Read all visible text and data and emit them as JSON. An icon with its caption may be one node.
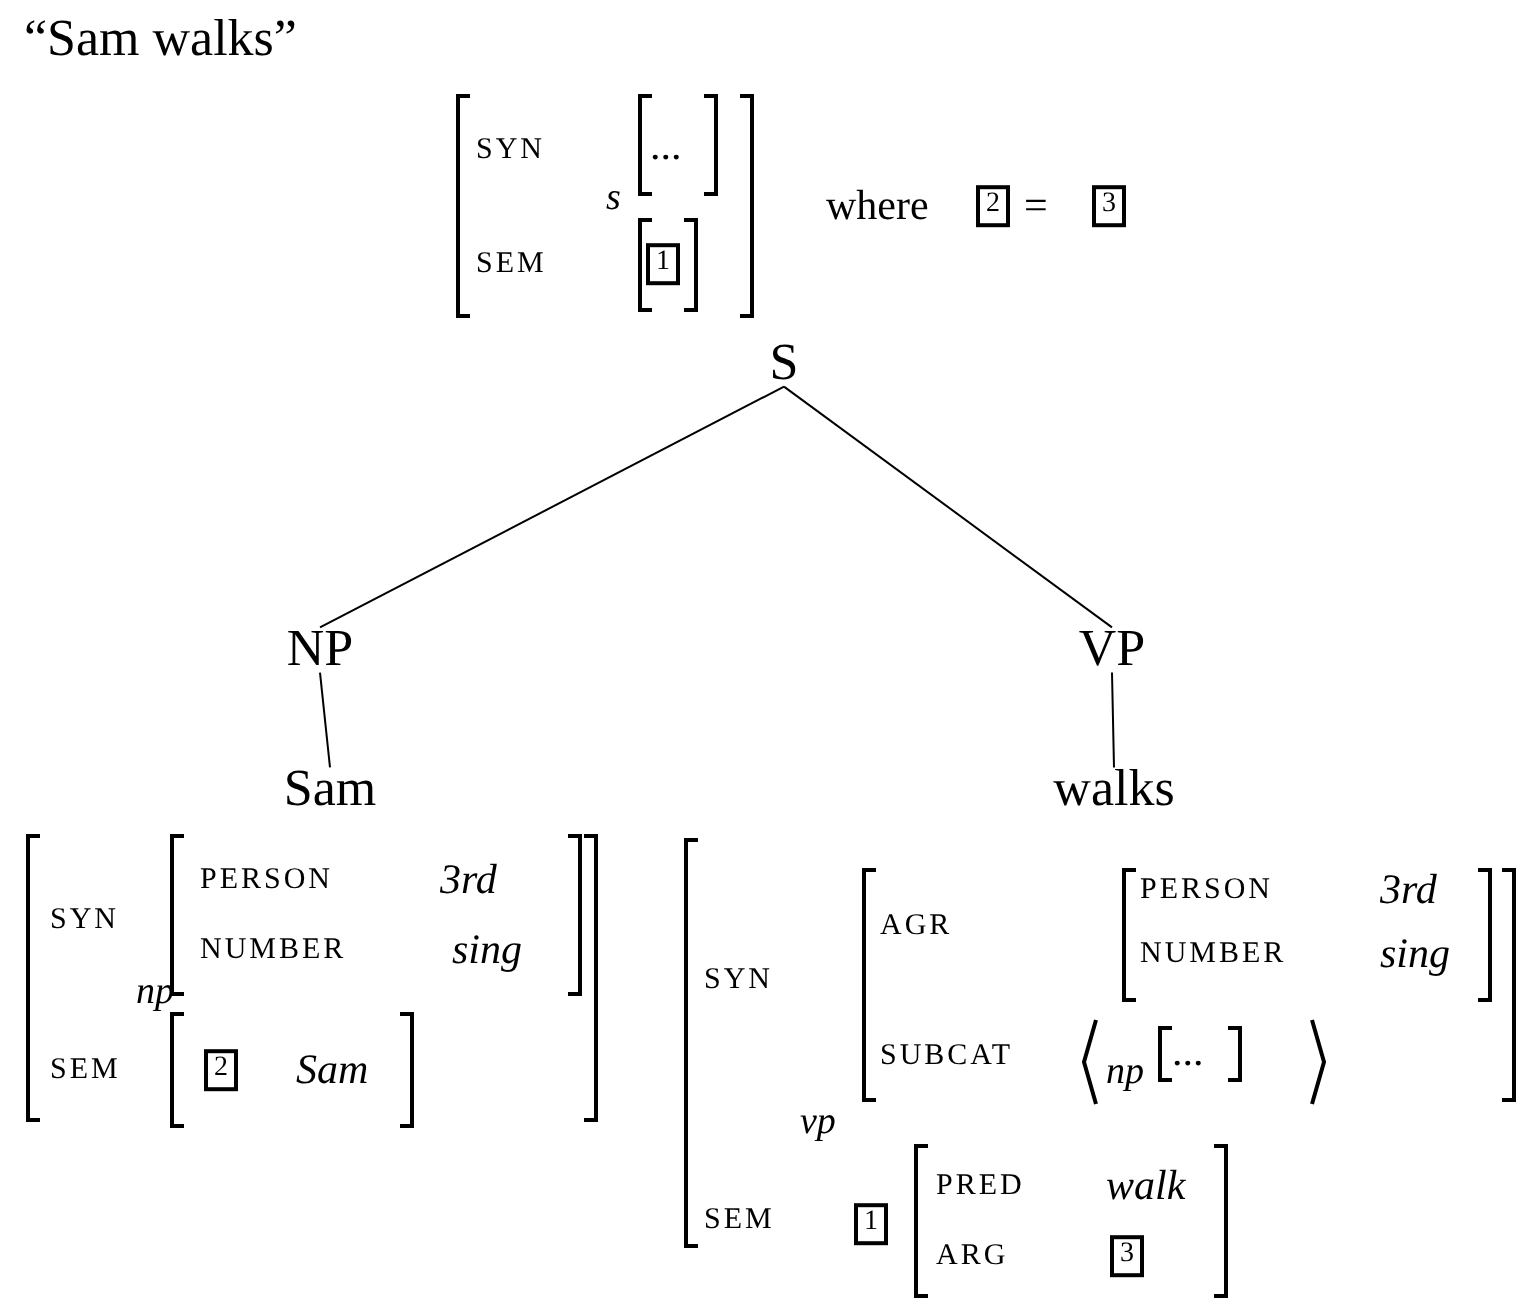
{
  "diagram": {
    "title": "“Sam walks”",
    "nodes": [
      {
        "text": [
          "S"
        ]
      },
      {
        "text": [
          "NP"
        ]
      },
      {
        "text": [
          "VP"
        ]
      },
      {
        "text": [
          "Sam"
        ]
      },
      {
        "text": [
          "walks"
        ]
      }
    ],
    "edges": [
      {
        "from": 0,
        "to": 1,
        "arrow": "none"
      },
      {
        "from": 0,
        "to": 2,
        "arrow": "none"
      },
      {
        "from": 1,
        "to": 3,
        "arrow": "none"
      },
      {
        "from": 2,
        "to": 4,
        "arrow": "none"
      }
    ],
    "labels": [
      "SYN",
      "s",
      "...",
      "SEM",
      "1",
      "where",
      "2",
      "=",
      "3",
      "SYN",
      "np",
      "PERSON",
      "3rd",
      "NUMBER",
      "sing",
      "SEM",
      "2",
      "Sam",
      "SYN",
      "vp",
      "AGR",
      "PERSON",
      "3rd",
      "NUMBER",
      "sing",
      "SUBCAT",
      "np",
      "...",
      "SEM",
      "1",
      "PRED",
      "walk",
      "ARG",
      "3"
    ]
  }
}
